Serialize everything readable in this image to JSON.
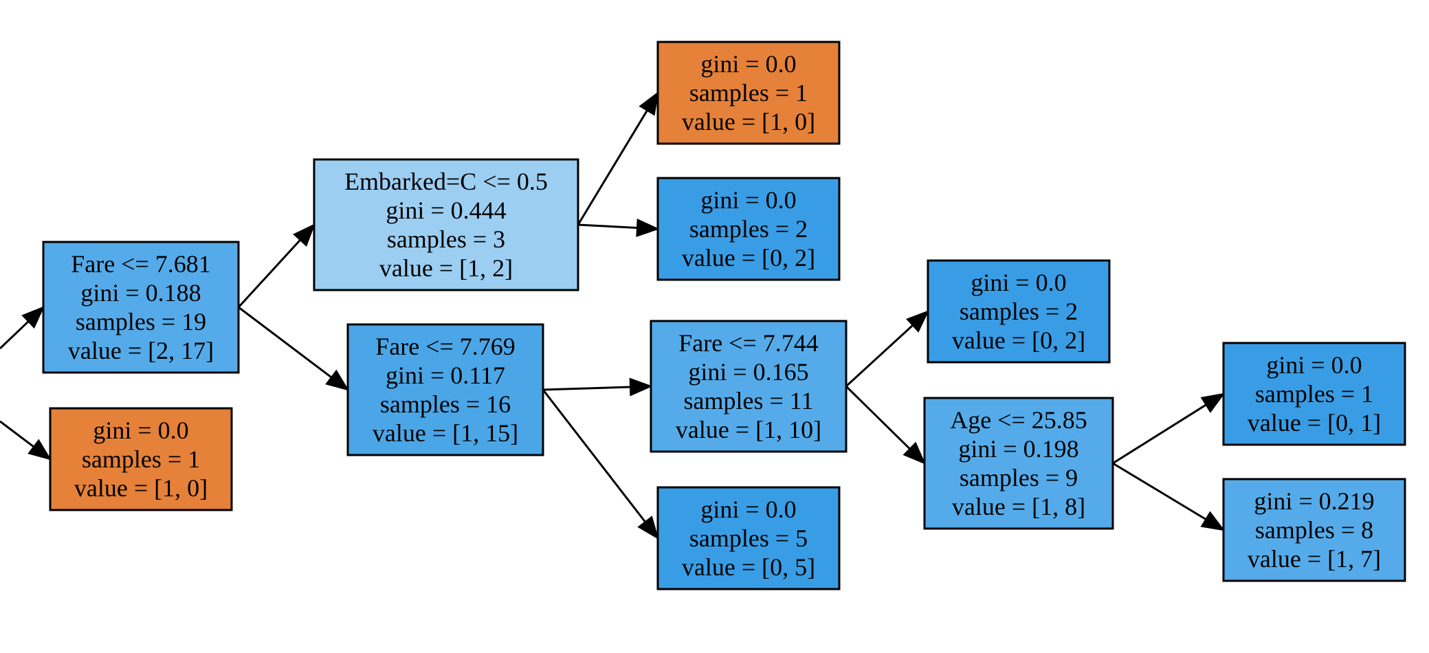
{
  "colors": {
    "orange": "#e58139",
    "blue": "#399de5",
    "blue_medium": "#55abe9",
    "blue_strong": "#4ba6e7",
    "blue_light": "#9ccef2"
  },
  "nodes": [
    {
      "id": "fare-7681",
      "color": "blue_medium",
      "lines": [
        "Fare <= 7.681",
        "gini = 0.188",
        "samples = 19",
        "value = [2, 17]"
      ]
    },
    {
      "id": "leaf-left-bottom",
      "color": "orange",
      "lines": [
        "gini = 0.0",
        "samples = 1",
        "value = [1, 0]"
      ]
    },
    {
      "id": "embarked-c",
      "color": "blue_light",
      "lines": [
        "Embarked=C <= 0.5",
        "gini = 0.444",
        "samples = 3",
        "value = [1, 2]"
      ]
    },
    {
      "id": "fare-7769",
      "color": "blue_strong",
      "lines": [
        "Fare <= 7.769",
        "gini = 0.117",
        "samples = 16",
        "value = [1, 15]"
      ]
    },
    {
      "id": "leaf-top-orange",
      "color": "orange",
      "lines": [
        "gini = 0.0",
        "samples = 1",
        "value = [1, 0]"
      ]
    },
    {
      "id": "leaf-samples-2-a",
      "color": "blue",
      "lines": [
        "gini = 0.0",
        "samples = 2",
        "value = [0, 2]"
      ]
    },
    {
      "id": "fare-7744",
      "color": "blue_medium",
      "lines": [
        "Fare <= 7.744",
        "gini = 0.165",
        "samples = 11",
        "value = [1, 10]"
      ]
    },
    {
      "id": "leaf-samples-5",
      "color": "blue",
      "lines": [
        "gini = 0.0",
        "samples = 5",
        "value = [0, 5]"
      ]
    },
    {
      "id": "leaf-samples-2-b",
      "color": "blue",
      "lines": [
        "gini = 0.0",
        "samples = 2",
        "value = [0, 2]"
      ]
    },
    {
      "id": "age-2585",
      "color": "blue_medium",
      "lines": [
        "Age <= 25.85",
        "gini = 0.198",
        "samples = 9",
        "value = [1, 8]"
      ]
    },
    {
      "id": "leaf-samples-1",
      "color": "blue",
      "lines": [
        "gini = 0.0",
        "samples = 1",
        "value = [0, 1]"
      ]
    },
    {
      "id": "leaf-gini-0219",
      "color": "blue_medium",
      "lines": [
        "gini = 0.219",
        "samples = 8",
        "value = [1, 7]"
      ]
    }
  ],
  "edges": [
    {
      "from": "offscreen-parent-top",
      "to": "fare-7681"
    },
    {
      "from": "offscreen-parent-bottom",
      "to": "leaf-left-bottom"
    },
    {
      "from": "fare-7681",
      "to": "embarked-c"
    },
    {
      "from": "fare-7681",
      "to": "fare-7769"
    },
    {
      "from": "embarked-c",
      "to": "leaf-top-orange"
    },
    {
      "from": "embarked-c",
      "to": "leaf-samples-2-a"
    },
    {
      "from": "fare-7769",
      "to": "fare-7744"
    },
    {
      "from": "fare-7769",
      "to": "leaf-samples-5"
    },
    {
      "from": "fare-7744",
      "to": "leaf-samples-2-b"
    },
    {
      "from": "fare-7744",
      "to": "age-2585"
    },
    {
      "from": "age-2585",
      "to": "leaf-samples-1"
    },
    {
      "from": "age-2585",
      "to": "leaf-gini-0219"
    }
  ]
}
